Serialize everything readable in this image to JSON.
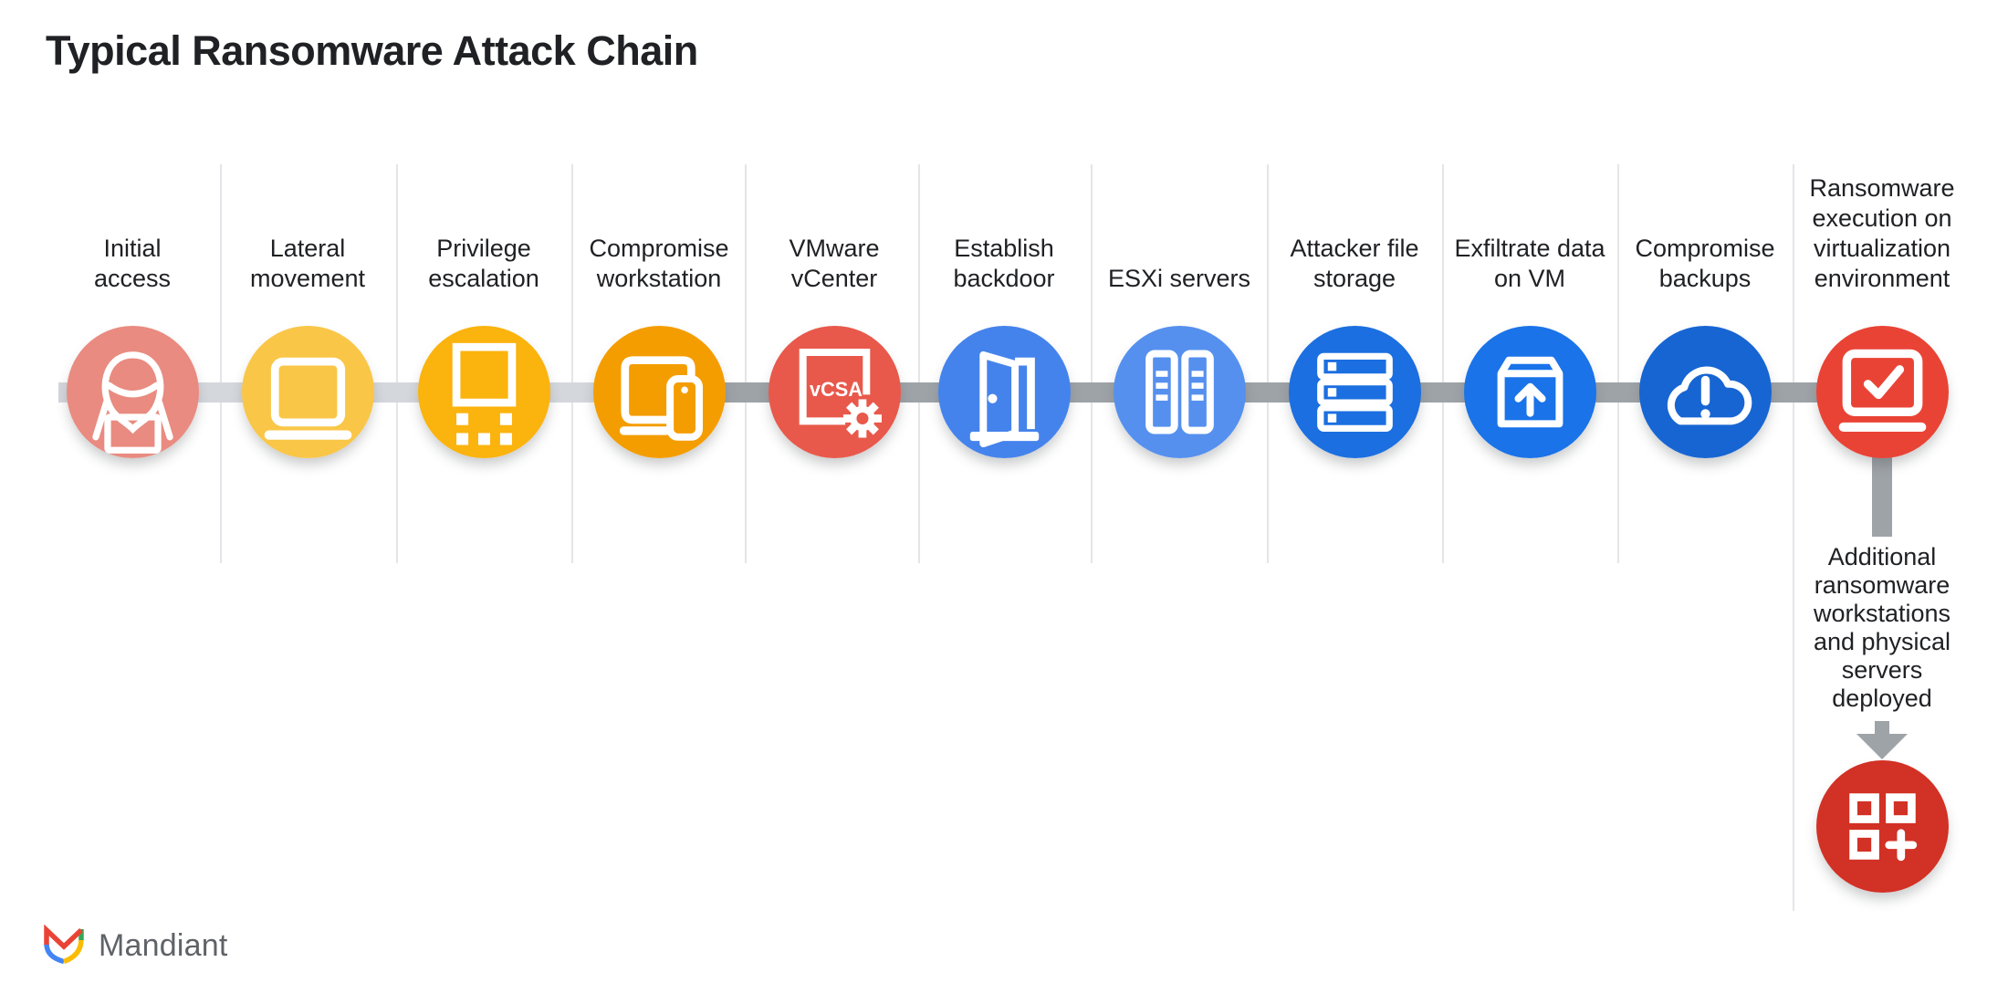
{
  "title": "Typical Ransomware Attack Chain",
  "brand": {
    "name": "Mandiant"
  },
  "colors": {
    "text": "#202124",
    "brand_text": "#5F6368",
    "divider": "#E4E5E9",
    "connector_light": "#D4D7DC",
    "connector_dark": "#9EA3A8"
  },
  "stages": [
    {
      "label": "Initial\naccess",
      "icon": "hacker-icon",
      "color": "#E98B80"
    },
    {
      "label": "Lateral\nmovement",
      "icon": "laptop-icon",
      "color": "#F9C647"
    },
    {
      "label": "Privilege\nescalation",
      "icon": "keypad-icon",
      "color": "#FBB30D"
    },
    {
      "label": "Compromise\nworkstation",
      "icon": "devices-icon",
      "color": "#F49D00"
    },
    {
      "label": "VMware\nvCenter",
      "icon": "vcsa-gear-icon",
      "color": "#E8594B",
      "icon_text": "vCSA"
    },
    {
      "label": "Establish\nbackdoor",
      "icon": "door-icon",
      "color": "#4583EC"
    },
    {
      "label": "ESXi servers",
      "icon": "server-towers-icon",
      "color": "#5590EE"
    },
    {
      "label": "Attacker file\nstorage",
      "icon": "storage-rack-icon",
      "color": "#1B6FE0"
    },
    {
      "label": "Exfiltrate data\non VM",
      "icon": "upload-box-icon",
      "color": "#1A73E8"
    },
    {
      "label": "Compromise\nbackups",
      "icon": "cloud-alert-icon",
      "color": "#1765D2"
    },
    {
      "label": "Ransomware\nexecution on\nvirtualization\nenvironment",
      "icon": "laptop-check-icon",
      "color": "#E94335"
    }
  ],
  "final_stage": {
    "label": "Additional\nransomware\nworkstations\nand physical\nservers\ndeployed",
    "icon": "grid-add-icon",
    "color": "#D23125"
  }
}
